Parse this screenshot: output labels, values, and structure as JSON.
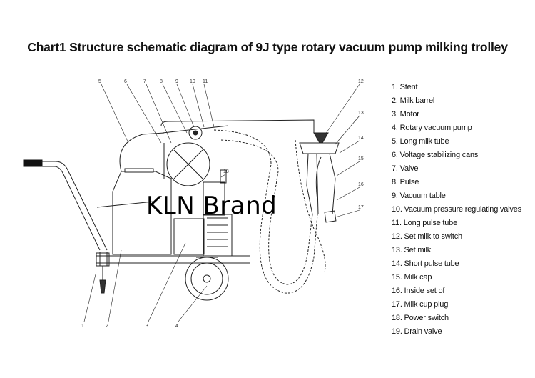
{
  "title": "Chart1  Structure schematic diagram of 9J type rotary vacuum pump milking trolley",
  "watermark": "KLN  Brand",
  "legend": [
    "1. Stent",
    "2. Milk barrel",
    "3. Motor",
    "4. Rotary vacuum pump",
    "5. Long milk tube",
    "6. Voltage stabilizing cans",
    "7. Valve",
    "8. Pulse",
    "9. Vacuum table",
    "10. Vacuum pressure regulating valves",
    "11. Long pulse tube",
    "12. Set milk to switch",
    "13. Set milk",
    "14. Short pulse tube",
    "15. Milk cap",
    "16. Inside set of",
    "17. Milk cup plug",
    "18. Power switch",
    "19. Drain valve"
  ],
  "callouts": [
    "1",
    "2",
    "3",
    "4",
    "5",
    "6",
    "7",
    "8",
    "9",
    "10",
    "11",
    "12",
    "13",
    "14",
    "15",
    "16",
    "17",
    "18"
  ]
}
